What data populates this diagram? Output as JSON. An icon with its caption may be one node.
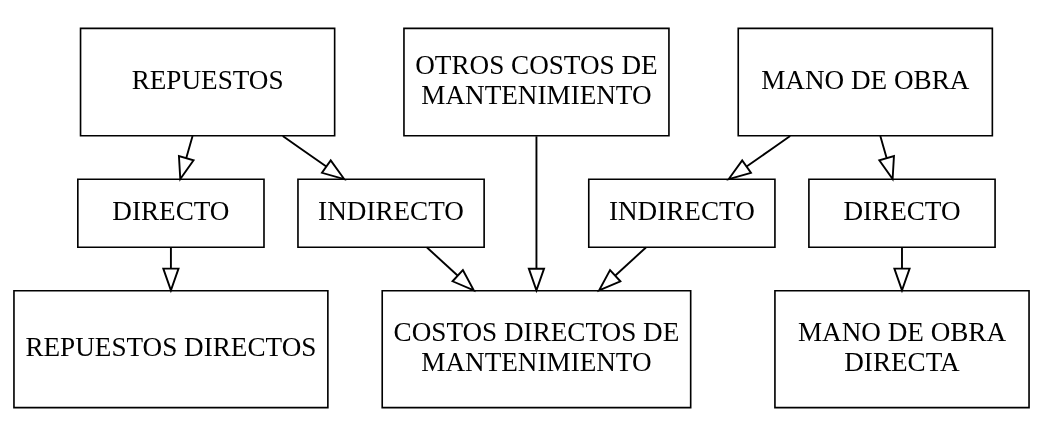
{
  "diagram": {
    "nodes": [
      {
        "text": [
          "REPUESTOS"
        ]
      },
      {
        "text": [
          "OTROS COSTOS DE MANTENIMIENTO"
        ]
      },
      {
        "text": [
          "MANO DE OBRA"
        ]
      },
      {
        "text": [
          "DIRECTO"
        ]
      },
      {
        "text": [
          "INDIRECTO"
        ]
      },
      {
        "text": [
          "INDIRECTO"
        ]
      },
      {
        "text": [
          "DIRECTO"
        ]
      },
      {
        "text": [
          "REPUESTOS DIRECTOS"
        ]
      },
      {
        "text": [
          "COSTOS DIRECTOS DE MANTENIMIENTO"
        ]
      },
      {
        "text": [
          "MANO DE OBRA DIRECTA"
        ]
      }
    ],
    "edges": [
      {
        "from": 0,
        "to": 3,
        "arrow": "to"
      },
      {
        "from": 0,
        "to": 4,
        "arrow": "to"
      },
      {
        "from": 1,
        "to": 8,
        "arrow": "to"
      },
      {
        "from": 2,
        "to": 5,
        "arrow": "to"
      },
      {
        "from": 2,
        "to": 6,
        "arrow": "to"
      },
      {
        "from": 3,
        "to": 7,
        "arrow": "to"
      },
      {
        "from": 4,
        "to": 8,
        "arrow": "to"
      },
      {
        "from": 5,
        "to": 8,
        "arrow": "to"
      },
      {
        "from": 6,
        "to": 9,
        "arrow": "to"
      }
    ]
  }
}
